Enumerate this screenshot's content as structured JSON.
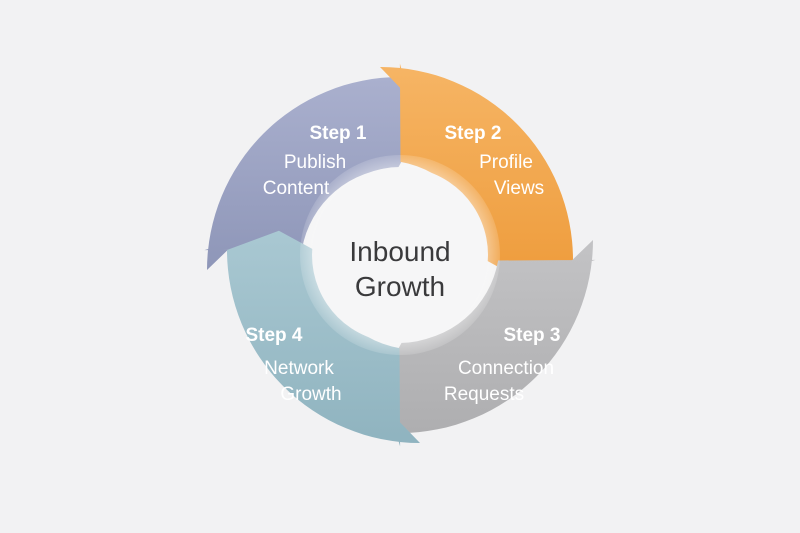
{
  "diagram": {
    "center": {
      "line1": "Inbound",
      "line2": "Growth"
    },
    "steps": [
      {
        "title": "Step 1",
        "line1": "Publish",
        "line2": "Content",
        "color_light": "#aab0ce",
        "color_dark": "#8e96b8"
      },
      {
        "title": "Step 2",
        "line1": "Profile",
        "line2": "Views",
        "color_light": "#f6b565",
        "color_dark": "#ee9c3c"
      },
      {
        "title": "Step 3",
        "line1": "Connection",
        "line2": "Requests",
        "color_light": "#c3c3c5",
        "color_dark": "#aeaeb0"
      },
      {
        "title": "Step 4",
        "line1": "Network",
        "line2": "Growth",
        "color_light": "#a9c8d2",
        "color_dark": "#8fb3bf"
      }
    ]
  }
}
